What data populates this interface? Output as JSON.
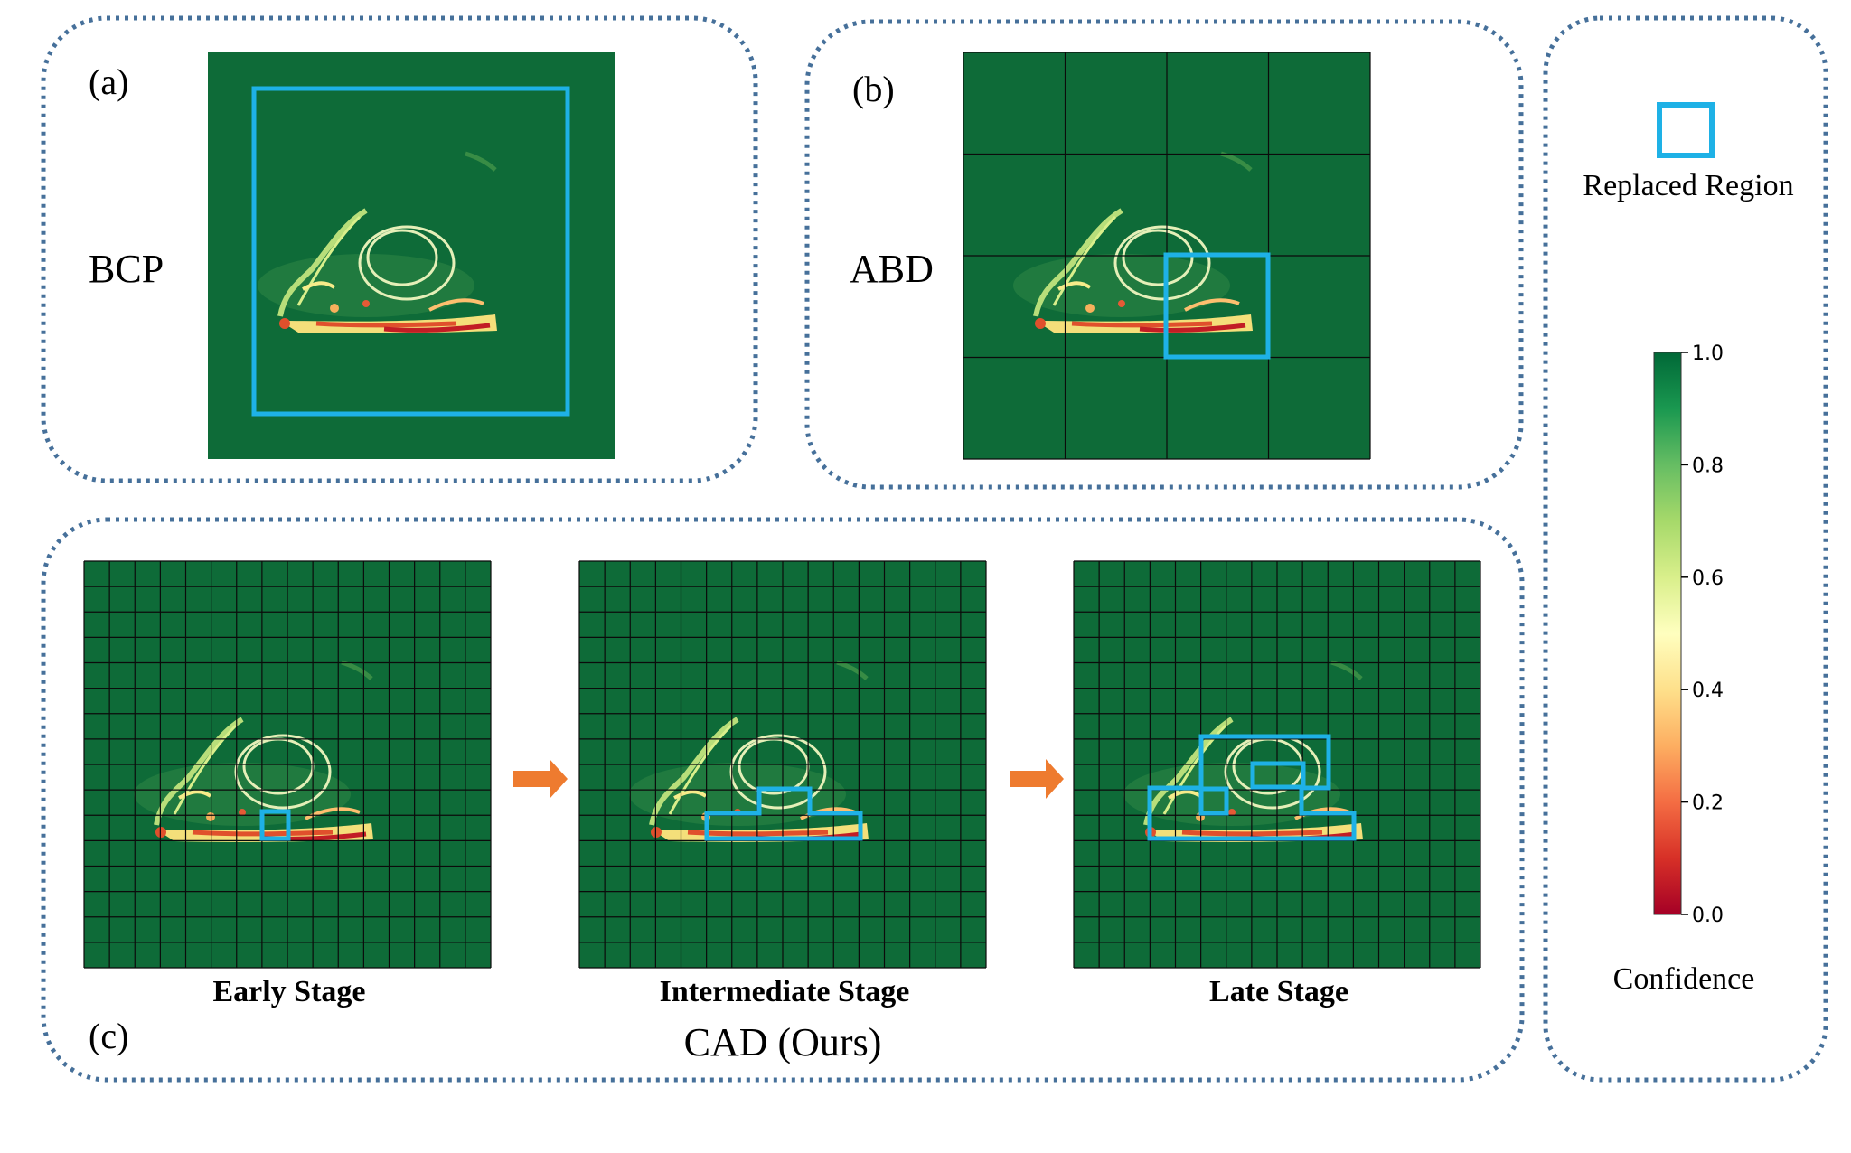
{
  "panel_a": {
    "tag": "(a)",
    "method": "BCP"
  },
  "panel_b": {
    "tag": "(b)",
    "method": "ABD"
  },
  "panel_c": {
    "tag": "(c)",
    "title": "CAD (Ours)",
    "stages": [
      "Early Stage",
      "Intermediate Stage",
      "Late Stage"
    ]
  },
  "legend": {
    "replaced_label": "Replaced Region",
    "colorbar_label": "Confidence",
    "ticks": [
      "1.0",
      "0.8",
      "0.6",
      "0.4",
      "0.2",
      "0.0"
    ],
    "range": [
      0.0,
      1.0
    ],
    "colormap": "RdYlGn"
  },
  "colors": {
    "background_green": "#0e6b38",
    "replaced_box": "#1eb1e6",
    "panel_border": "#46709a",
    "arrow": "#ee7b2f"
  },
  "icons": {
    "arrow": "right-arrow-icon",
    "replaced": "square-outline-icon"
  }
}
